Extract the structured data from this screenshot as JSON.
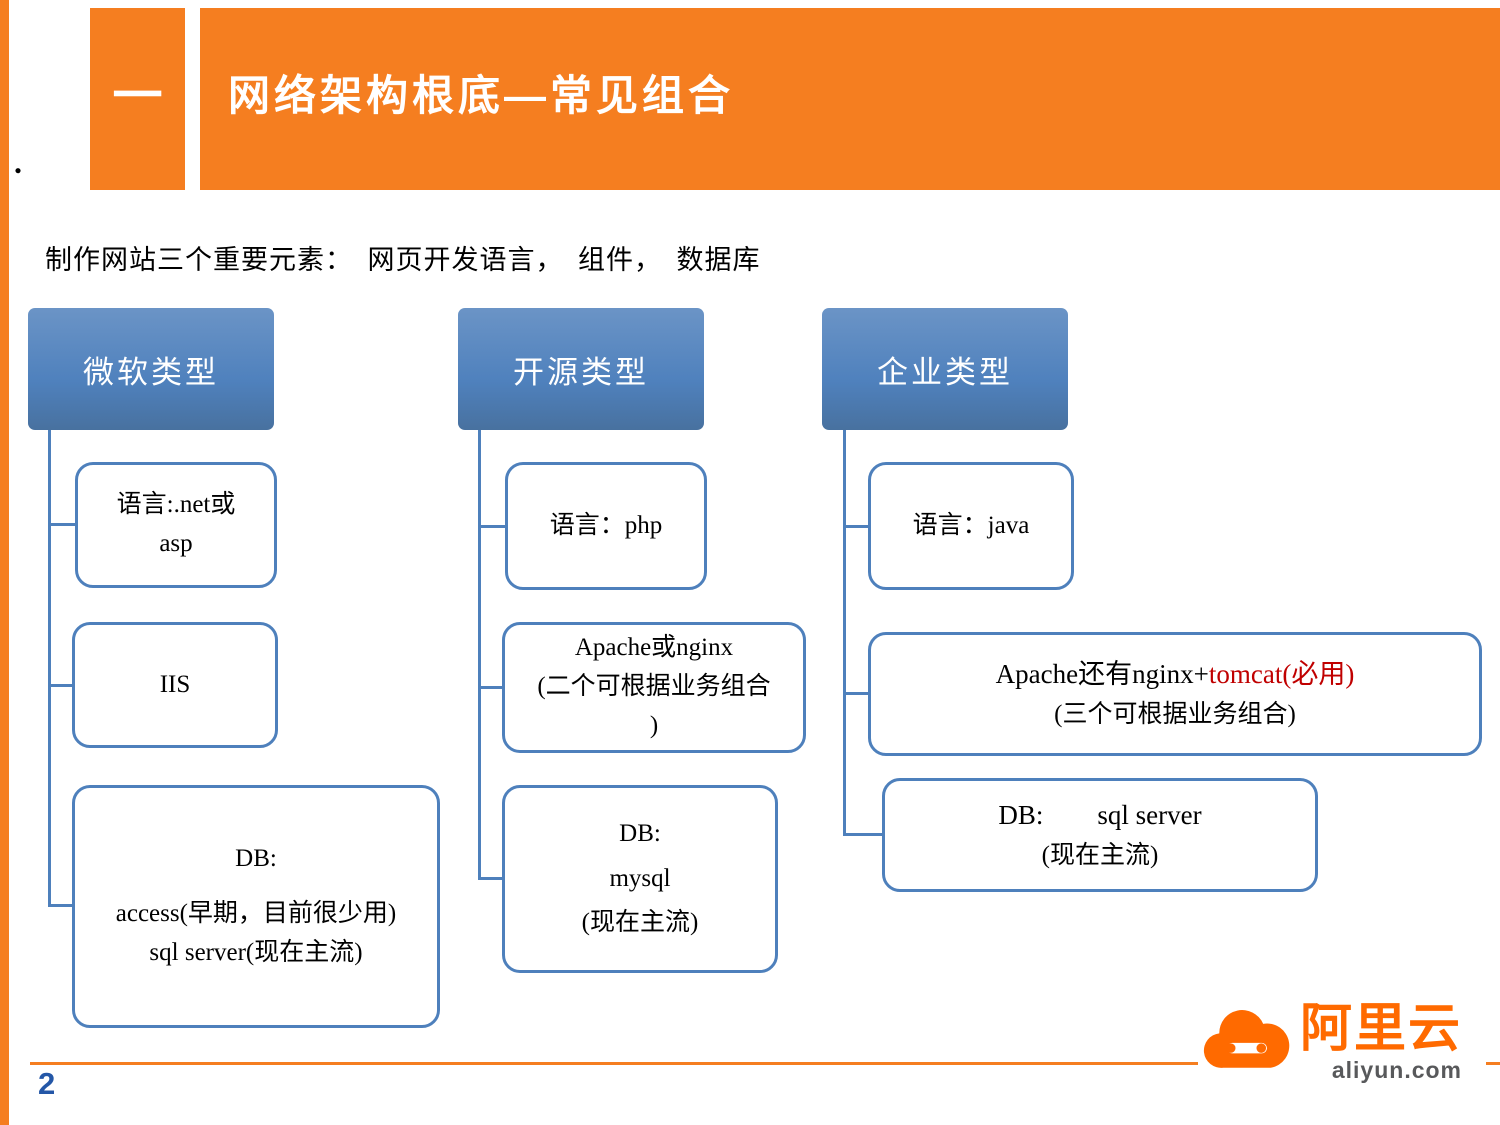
{
  "slide": {
    "section_marker": "一",
    "stray_dot": ".",
    "title": "网络架构根底—常见组合",
    "intro": "制作网站三个重要元素：　网页开发语言，　组件，　数据库",
    "page_number": "2"
  },
  "colors": {
    "orange": "#F57E20",
    "header_blue": "#4F81BD",
    "node_border_blue": "#4E80BC",
    "highlight_red": "#C00000",
    "page_number_blue": "#2457A7",
    "logo_orange": "#FF6A00",
    "logo_gray": "#58595B"
  },
  "trees": [
    {
      "header": "微软类型",
      "children": [
        {
          "lines": [
            "语言:.net或",
            "asp"
          ]
        },
        {
          "lines": [
            "IIS"
          ]
        },
        {
          "lines": [
            "DB:",
            "access(早期，目前很少用)",
            "sql server(现在主流)"
          ]
        }
      ]
    },
    {
      "header": "开源类型",
      "children": [
        {
          "lines": [
            "语言：php"
          ]
        },
        {
          "lines": [
            "Apache或nginx",
            "(二个可根据业务组合",
            ")"
          ]
        },
        {
          "lines": [
            "DB:",
            "mysql",
            "(现在主流)"
          ]
        }
      ]
    },
    {
      "header": "企业类型",
      "children": [
        {
          "lines": [
            "语言：java"
          ]
        },
        {
          "line1_prefix": "Apache还有nginx+",
          "line1_red": "tomcat(必用)",
          "line2": "(三个可根据业务组合)"
        },
        {
          "lines": [
            "DB:　　sql server",
            "(现在主流)"
          ]
        }
      ]
    }
  ],
  "footer": {
    "logo_brand": "阿里云",
    "logo_domain": "aliyun.com"
  }
}
